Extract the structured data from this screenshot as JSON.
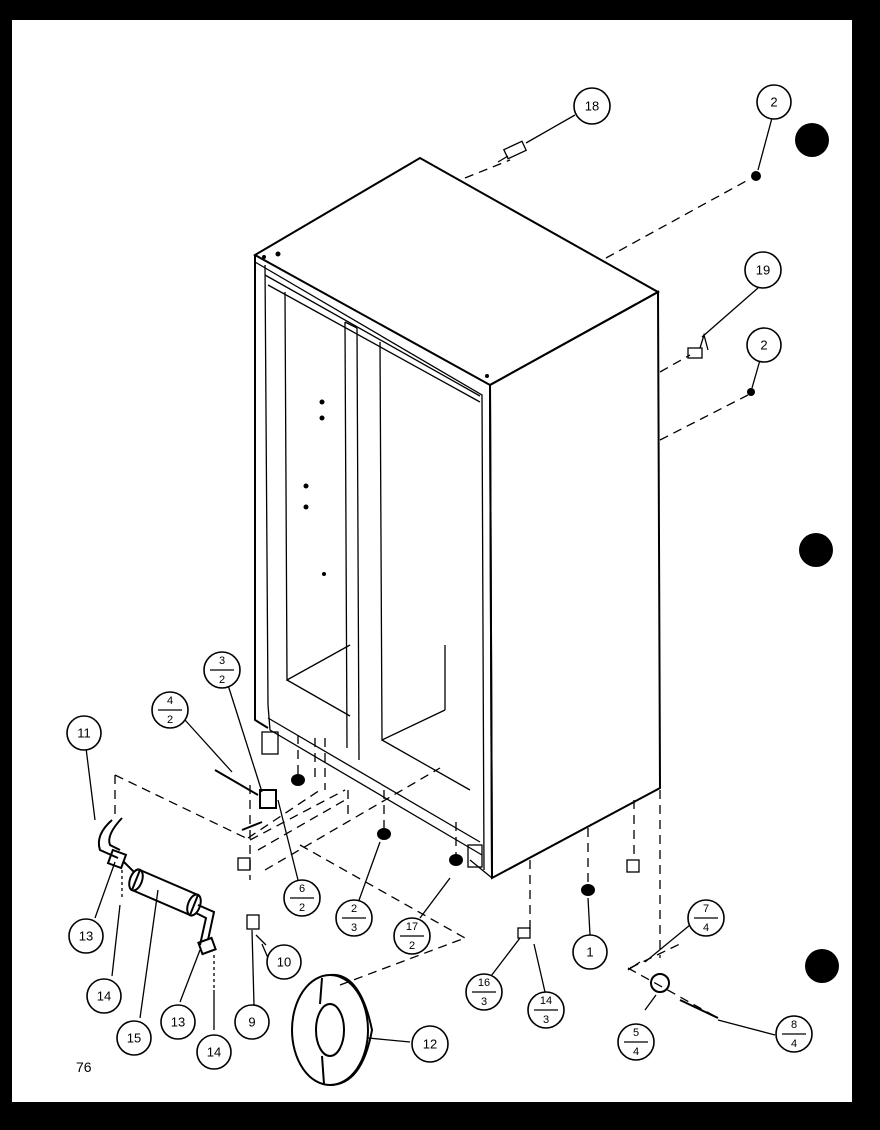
{
  "page_number": "76",
  "callouts": [
    {
      "id": "c18",
      "text": "18"
    },
    {
      "id": "c2a",
      "text": "2"
    },
    {
      "id": "c19",
      "text": "19"
    },
    {
      "id": "c2b",
      "text": "2"
    },
    {
      "id": "c11",
      "text": "11"
    },
    {
      "id": "c13a",
      "text": "13"
    },
    {
      "id": "c14a",
      "text": "14"
    },
    {
      "id": "c15",
      "text": "15"
    },
    {
      "id": "c13b",
      "text": "13"
    },
    {
      "id": "c14b",
      "text": "14"
    },
    {
      "id": "c9",
      "text": "9"
    },
    {
      "id": "c10",
      "text": "10"
    },
    {
      "id": "c12",
      "text": "12"
    },
    {
      "id": "c1",
      "text": "1"
    }
  ],
  "fraction_callouts": [
    {
      "id": "f3_2",
      "top": "3",
      "bottom": "2"
    },
    {
      "id": "f4_2",
      "top": "4",
      "bottom": "2"
    },
    {
      "id": "f6_2",
      "top": "6",
      "bottom": "2"
    },
    {
      "id": "f2_3",
      "top": "2",
      "bottom": "3"
    },
    {
      "id": "f17_2",
      "top": "17",
      "bottom": "2"
    },
    {
      "id": "f16_3",
      "top": "16",
      "bottom": "3"
    },
    {
      "id": "f14_3",
      "top": "14",
      "bottom": "3"
    },
    {
      "id": "f7_4",
      "top": "7",
      "bottom": "4"
    },
    {
      "id": "f5_4",
      "top": "5",
      "bottom": "4"
    },
    {
      "id": "f8_4",
      "top": "8",
      "bottom": "4"
    }
  ]
}
